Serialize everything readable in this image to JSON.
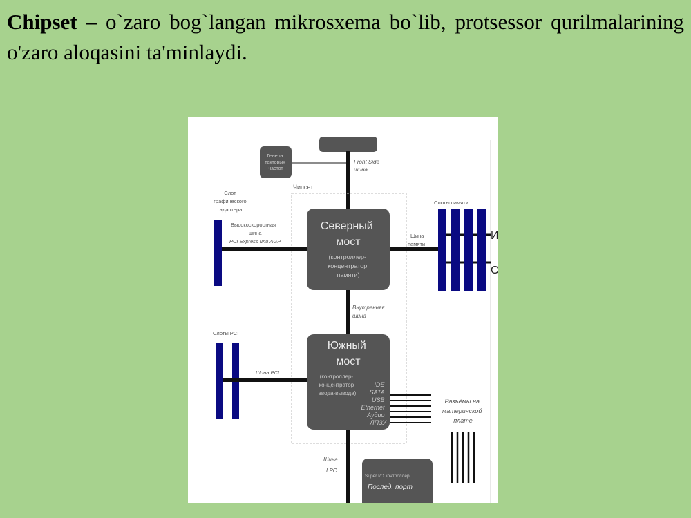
{
  "slide": {
    "term": "Chipset",
    "definition": " – o`zaro bog`langan mikrosxema bo`lib, protsessor qurilmalarining o'zaro aloqasini ta'minlaydi."
  },
  "diagram": {
    "clock_gen": [
      "Генера",
      "тактовых",
      "частот"
    ],
    "chipset_label": "Чипсет",
    "fsb": [
      "Front Side",
      "шина"
    ],
    "graphics_slot": [
      "Слот",
      "графического",
      "адаптера"
    ],
    "fast_bus": [
      "Высокоскоростная",
      "шина",
      "PCI Express или AGP"
    ],
    "north_bridge": {
      "title": [
        "Северный",
        "мост"
      ],
      "subtitle": [
        "(контроллер-",
        "концентратор",
        "памяти)"
      ]
    },
    "memory_slots": "Слоты памяти",
    "memory_bus": [
      "Шина",
      "памяти"
    ],
    "internal_bus": [
      "Внутренняя",
      "шина"
    ],
    "pci_slots": "Слоты PCI",
    "pci_bus": "Шина PCI",
    "south_bridge": {
      "title": [
        "Южный",
        "мост"
      ],
      "subtitle": [
        "(контроллер-",
        "концентратор",
        "ввода-вывода)"
      ]
    },
    "io_ports": [
      "IDE",
      "SATA",
      "USB",
      "Ethernet",
      "Аудио",
      "ЛПЗУ"
    ],
    "board_connectors": [
      "Разъёмы на",
      "материнской",
      "плате"
    ],
    "lpc_bus": [
      "Шина",
      "LPC"
    ],
    "super_io": [
      "Super I/O контроллер",
      "Послед. порт"
    ],
    "edge_fragment": [
      "И",
      "О"
    ]
  },
  "colors": {
    "background": "#a7d28e",
    "bridge_box": "#555555",
    "slot_blue": "#0a0a82",
    "bus_line": "#111111"
  }
}
